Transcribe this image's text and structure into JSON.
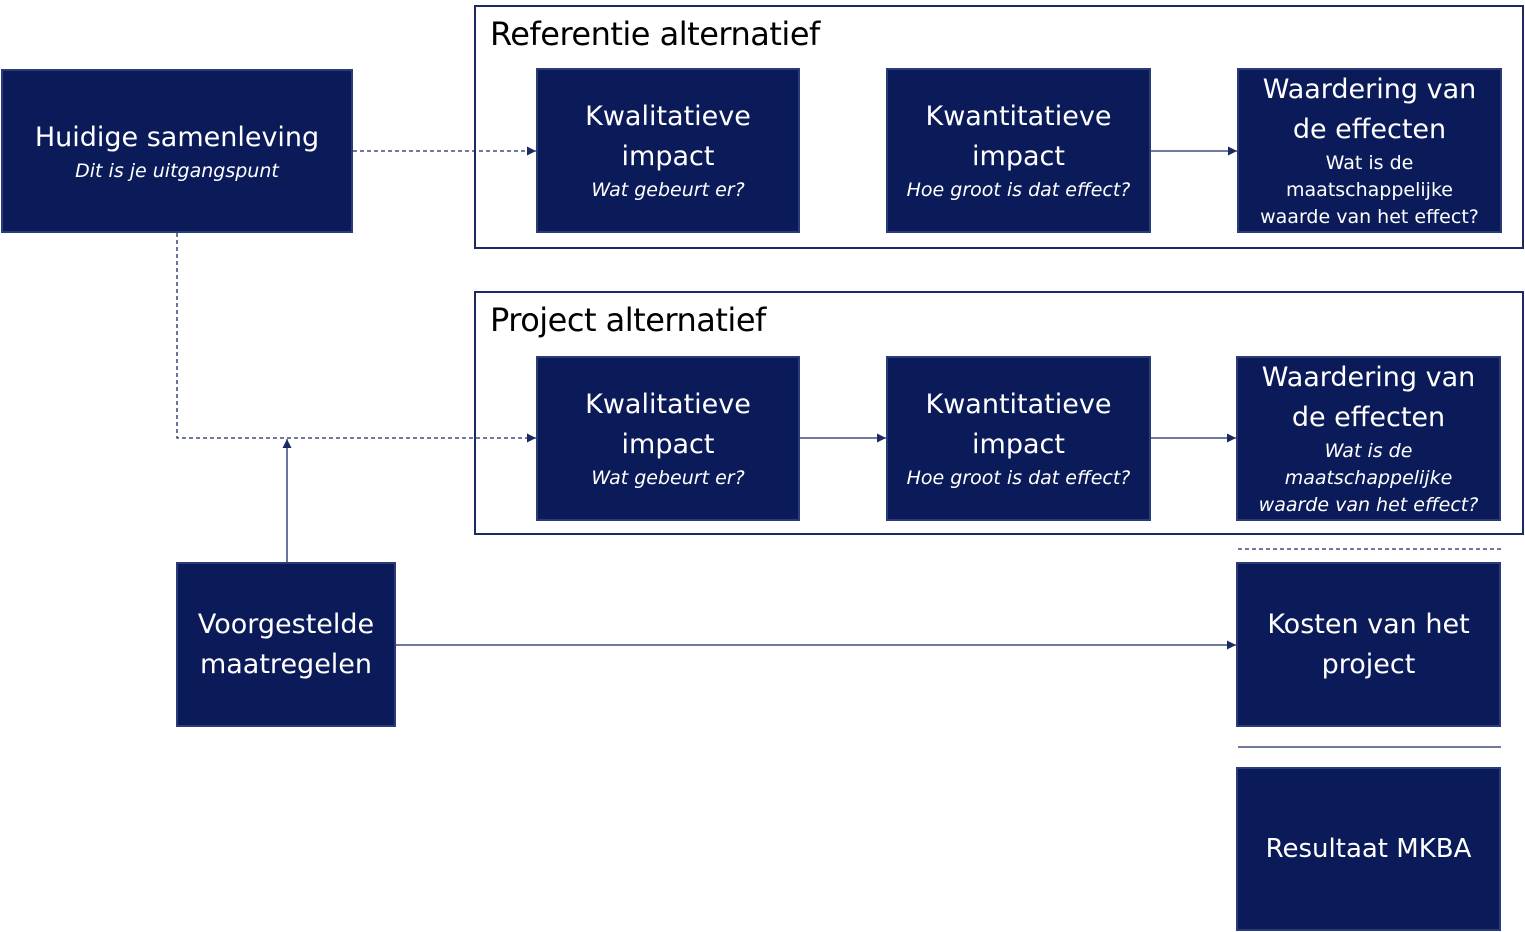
{
  "groups": {
    "reference": {
      "title": "Referentie alternatief"
    },
    "project": {
      "title": "Project alternatief"
    }
  },
  "nodes": {
    "current_society": {
      "title": "Huidige samenleving",
      "subtitle": "Dit is je uitgangspunt"
    },
    "ref_qualitative": {
      "title": "Kwalitatieve impact",
      "subtitle": "Wat gebeurt  er?"
    },
    "ref_quantitative": {
      "title": "Kwantitatieve impact",
      "subtitle": "Hoe groot is dat effect?"
    },
    "ref_valuation": {
      "title": "Waardering van de effecten",
      "subtitle": "Wat is de maatschappelijke waarde van het effect?"
    },
    "proj_qualitative": {
      "title": "Kwalitatieve impact",
      "subtitle": "Wat gebeurt  er?"
    },
    "proj_quantitative": {
      "title": "Kwantitatieve impact",
      "subtitle": "Hoe groot is dat effect?"
    },
    "proj_valuation": {
      "title": "Waardering van de effecten",
      "subtitle": "Wat is de maatschappelijke waarde van het effect?"
    },
    "measures": {
      "title": "Voorgestelde maatregelen"
    },
    "project_costs": {
      "title": "Kosten van het project"
    },
    "result": {
      "title": "Resultaat MKBA"
    }
  },
  "colors": {
    "box_fill": "#0b1b59",
    "box_border": "#2a3b7a",
    "line": "#1b2a63",
    "text_on_box": "#ffffff"
  }
}
